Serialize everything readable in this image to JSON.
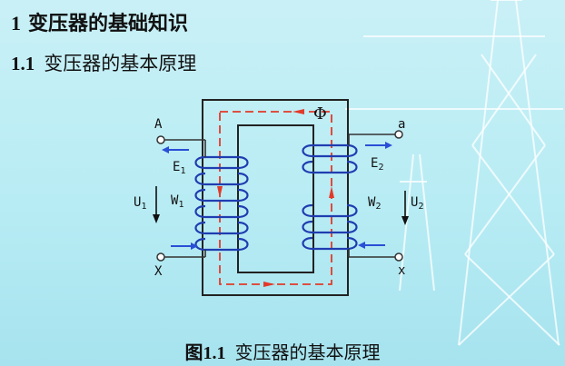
{
  "heading": {
    "number": "1",
    "text": "变压器的基础知识"
  },
  "subheading": {
    "number": "1.1",
    "text": "变压器的基本原理"
  },
  "caption": {
    "fig": "图1.1",
    "text": "变压器的基本原理"
  },
  "diagram": {
    "flux_label": "Φ",
    "primary": {
      "top_terminal": "A",
      "bottom_terminal": "X",
      "emf": "E",
      "emf_sub": "1",
      "voltage": "U",
      "voltage_sub": "1",
      "winding": "W",
      "winding_sub": "1"
    },
    "secondary": {
      "top_terminal": "a",
      "bottom_terminal": "x",
      "emf": "E",
      "emf_sub": "2",
      "voltage": "U",
      "voltage_sub": "2",
      "winding": "W",
      "winding_sub": "2"
    }
  },
  "colors": {
    "coil": "#1f3db0",
    "flux": "#e23a2a",
    "core": "#222222",
    "arrow": "#2a4fd6"
  }
}
